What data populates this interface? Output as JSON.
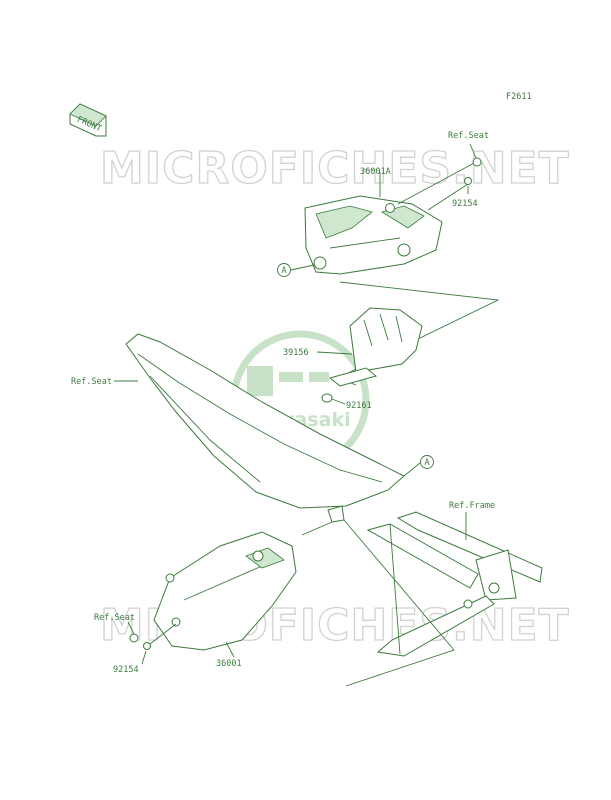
{
  "figure_code": "F2611",
  "front_tag": "FRONT",
  "watermark": "MICROFICHES.NET",
  "brand_logo": "Kawasaki",
  "callouts": {
    "ref_seat_top": "Ref.Seat",
    "part_36001A": "36001A",
    "part_92154_top": "92154",
    "marker_a_1": "A",
    "part_39156": "39156",
    "part_92161": "92161",
    "ref_seat_left": "Ref.Seat",
    "marker_a_2": "A",
    "ref_frame": "Ref.Frame",
    "ref_seat_bottom": "Ref.Seat",
    "part_92154_bottom": "92154",
    "part_36001": "36001"
  },
  "colors": {
    "line": "#3c7a3c",
    "shade": "#cfe7cf",
    "watermark": "#d2d2d2"
  }
}
